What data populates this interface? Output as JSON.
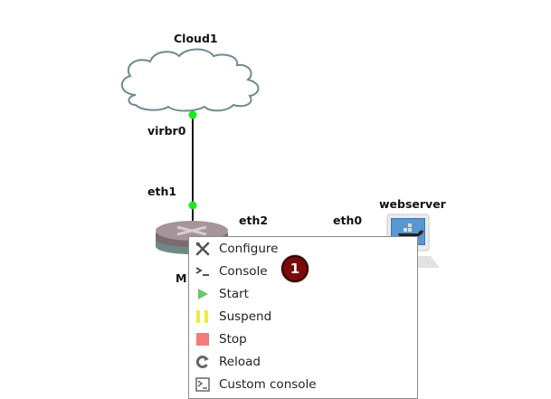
{
  "nodes": {
    "cloud": {
      "label": "Cloud1"
    },
    "router": {
      "label_partial": "M"
    },
    "webserver": {
      "label": "webserver"
    }
  },
  "links": {
    "cloud_port": "virbr0",
    "router_port_top": "eth1",
    "router_port_right": "eth2",
    "webserver_port": "eth0"
  },
  "colors": {
    "port_dot": "#1ee81e",
    "badge": "#7b0a0a"
  },
  "context_menu": {
    "items": [
      {
        "label": "Configure",
        "icon": "wrench-screwdriver-icon"
      },
      {
        "label": "Console",
        "icon": "terminal-prompt-icon"
      },
      {
        "label": "Start",
        "icon": "play-icon"
      },
      {
        "label": "Suspend",
        "icon": "pause-icon"
      },
      {
        "label": "Stop",
        "icon": "stop-icon"
      },
      {
        "label": "Reload",
        "icon": "reload-icon"
      },
      {
        "label": "Custom console",
        "icon": "custom-console-icon"
      }
    ]
  },
  "annotation": {
    "badge_number": "1"
  }
}
